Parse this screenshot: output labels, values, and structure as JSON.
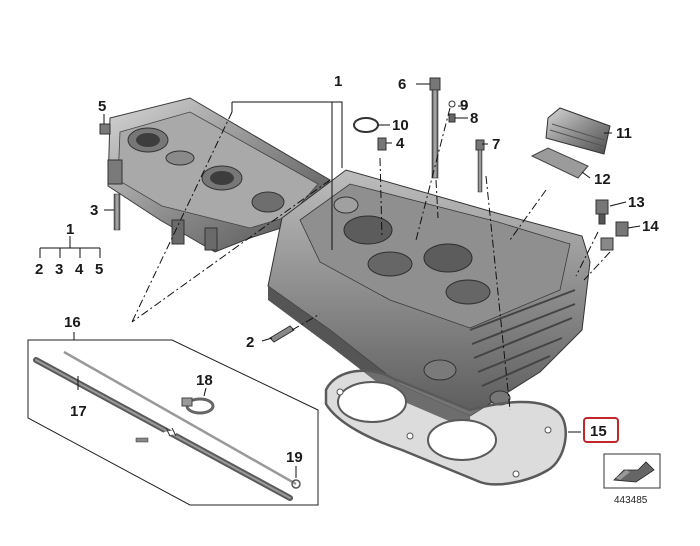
{
  "diagram": {
    "image_ref": "443485",
    "highlighted_part": "15",
    "colors": {
      "metal_dark": "#5a5a5a",
      "metal_mid": "#8c8c8c",
      "metal_light": "#c4c4c4",
      "gasket": "#6e6e6e",
      "highlight_box": "#c0262b",
      "leader": "#111111"
    },
    "callouts": {
      "c1": "1",
      "c2": "2",
      "c3": "3",
      "c4": "4",
      "c5": "5",
      "c6": "6",
      "c7": "7",
      "c8": "8",
      "c9": "9",
      "c10": "10",
      "c11": "11",
      "c12": "12",
      "c13": "13",
      "c14": "14",
      "c15": "15",
      "c16": "16",
      "c17": "17",
      "c18": "18",
      "c19": "19"
    },
    "kit_legend": {
      "parent": "1",
      "children": [
        "2",
        "3",
        "4",
        "5"
      ]
    }
  }
}
